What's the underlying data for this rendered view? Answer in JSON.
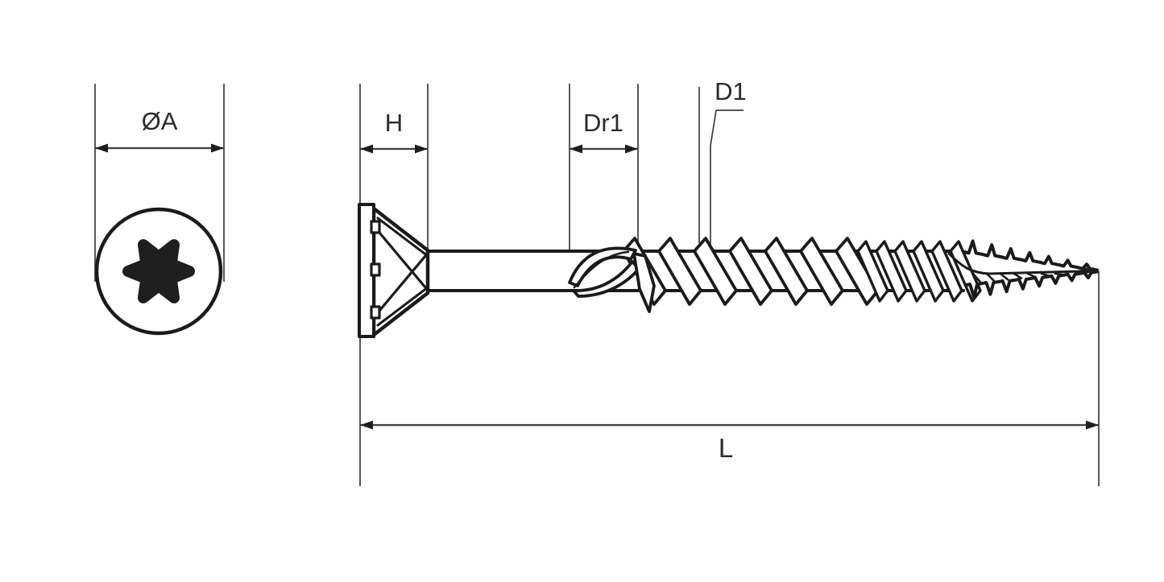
{
  "labels": {
    "head_diameter": "ØA",
    "head_height": "H",
    "cutter_length": "Dr1",
    "thread_diameter": "D1",
    "total_length": "L"
  },
  "colors": {
    "background": "#ffffff",
    "part_outline": "#1b1b1b",
    "dimension_line": "#3d3d3d",
    "label_text": "#2b2b2b",
    "recess_fill": "#1e1e1e"
  },
  "icons": {
    "drive_recess": "torx-6-lobe-star-icon"
  }
}
